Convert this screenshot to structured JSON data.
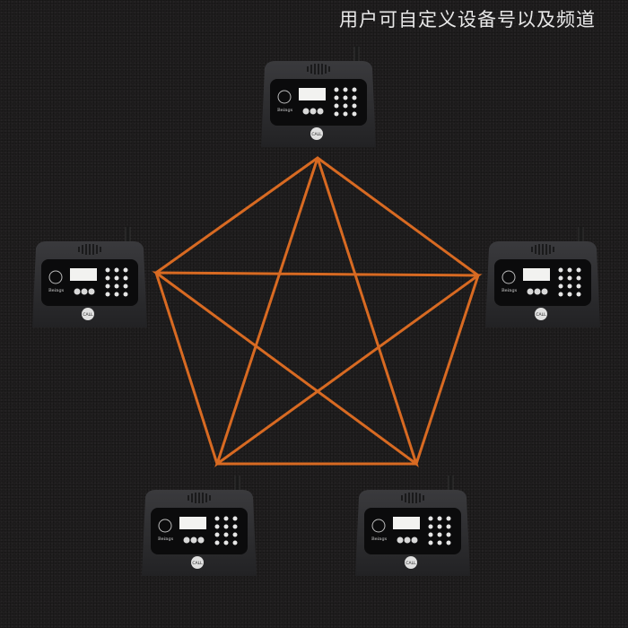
{
  "headline": "用户可自定义设备号以及频道",
  "colors": {
    "link_line": "#d86a22",
    "background": "#1f1d1e",
    "device_body": "#2e2e30",
    "device_panel": "#0b0b0c",
    "device_screen": "#f2f2f0"
  },
  "device": {
    "brand": "Beings",
    "call_label": "CALL"
  },
  "devices": [
    {
      "id": "top"
    },
    {
      "id": "left"
    },
    {
      "id": "right"
    },
    {
      "id": "bottom-left"
    },
    {
      "id": "bottom-right"
    }
  ]
}
